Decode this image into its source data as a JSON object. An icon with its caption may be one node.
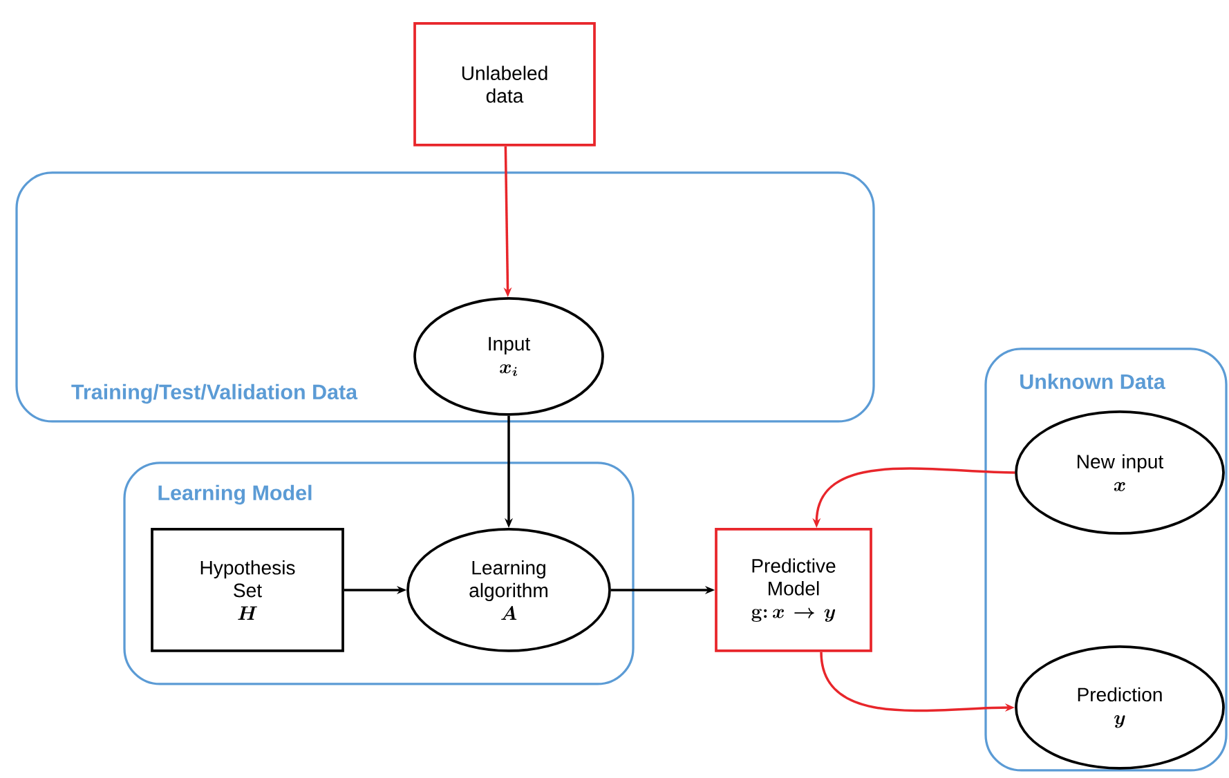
{
  "diagram": {
    "nodes": [
      {
        "text": [
          "Unlabeled data"
        ]
      },
      {
        "text": [
          "Training/Test/Validation Data"
        ]
      },
      {
        "text": [
          "Input",
          "x_i"
        ],
        "in": 1
      },
      {
        "text": [
          "Learning Model"
        ]
      },
      {
        "text": [
          "Hypothesis Set",
          "H"
        ],
        "in": 3
      },
      {
        "text": [
          "Learning algorithm",
          "A"
        ],
        "in": 3
      },
      {
        "text": [
          "Predictive Model",
          "\\mathbf{g}\\colon x \\rightarrow y"
        ]
      },
      {
        "text": [
          "Unknown Data"
        ]
      },
      {
        "text": [
          "New input",
          "x"
        ],
        "in": 7
      },
      {
        "text": [
          "Prediction",
          "y"
        ],
        "in": 7
      }
    ],
    "edges": [
      {
        "from": 0,
        "to": 2,
        "arrow": "to",
        "color": "#e8262b"
      },
      {
        "from": 2,
        "to": 5,
        "arrow": "to",
        "color": "#000000"
      },
      {
        "from": 4,
        "to": 5,
        "arrow": "to",
        "color": "#000000"
      },
      {
        "from": 5,
        "to": 6,
        "arrow": "to",
        "color": "#000000"
      },
      {
        "from": 8,
        "to": 6,
        "arrow": "to",
        "color": "#e8262b"
      },
      {
        "from": 6,
        "to": 9,
        "arrow": "to",
        "color": "#e8262b"
      }
    ]
  }
}
